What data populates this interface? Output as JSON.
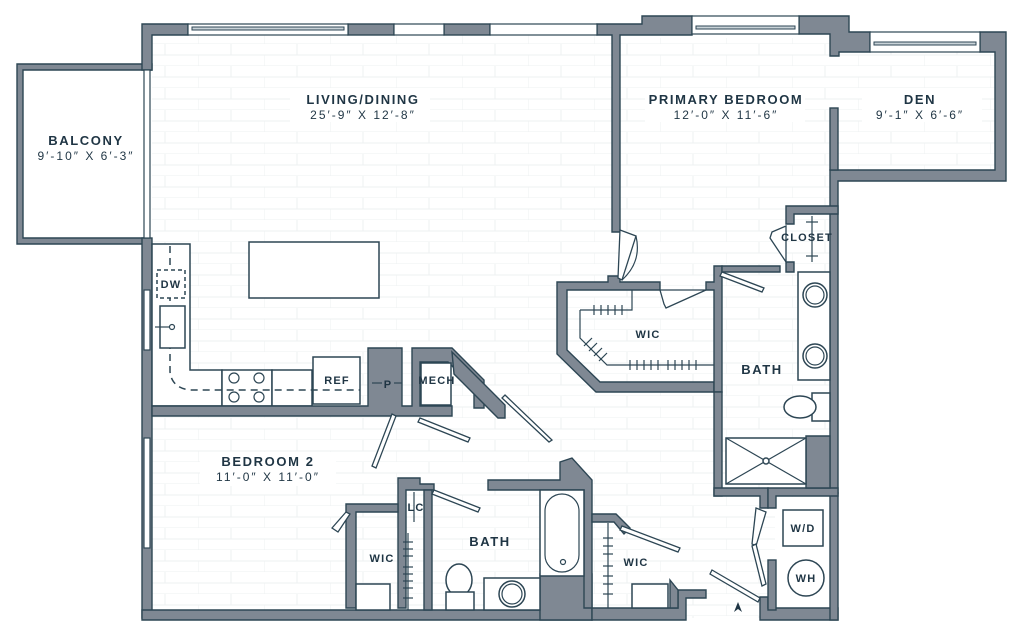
{
  "plan": {
    "title": "Floor Plan",
    "colors": {
      "wall": "#7f8893",
      "line": "#2d4654",
      "text": "#1f3544",
      "background": "#ffffff"
    },
    "rooms": {
      "living": {
        "name": "LIVING/DINING",
        "dims": "25′-9″ X 12′-8″"
      },
      "balcony": {
        "name": "BALCONY",
        "dims": "9′-10″ X 6′-3″"
      },
      "primary": {
        "name": "PRIMARY BEDROOM",
        "dims": "12′-0″ X 11′-6″"
      },
      "den": {
        "name": "DEN",
        "dims": "9′-1″ X 6′-6″"
      },
      "bedroom2": {
        "name": "BEDROOM 2",
        "dims": "11′-0″ X 11′-0″"
      }
    },
    "labels": {
      "closet": "CLOSET",
      "wic_primary": "WIC",
      "bath_primary": "BATH",
      "dw": "DW",
      "ref": "REF",
      "pantry": "P",
      "mech": "MECH",
      "lc": "LC",
      "bath2": "BATH",
      "wic_bed2": "WIC",
      "wic_hall": "WIC",
      "wd": "W/D",
      "wh": "WH"
    },
    "entry_icon": "entry-arrow-icon"
  }
}
